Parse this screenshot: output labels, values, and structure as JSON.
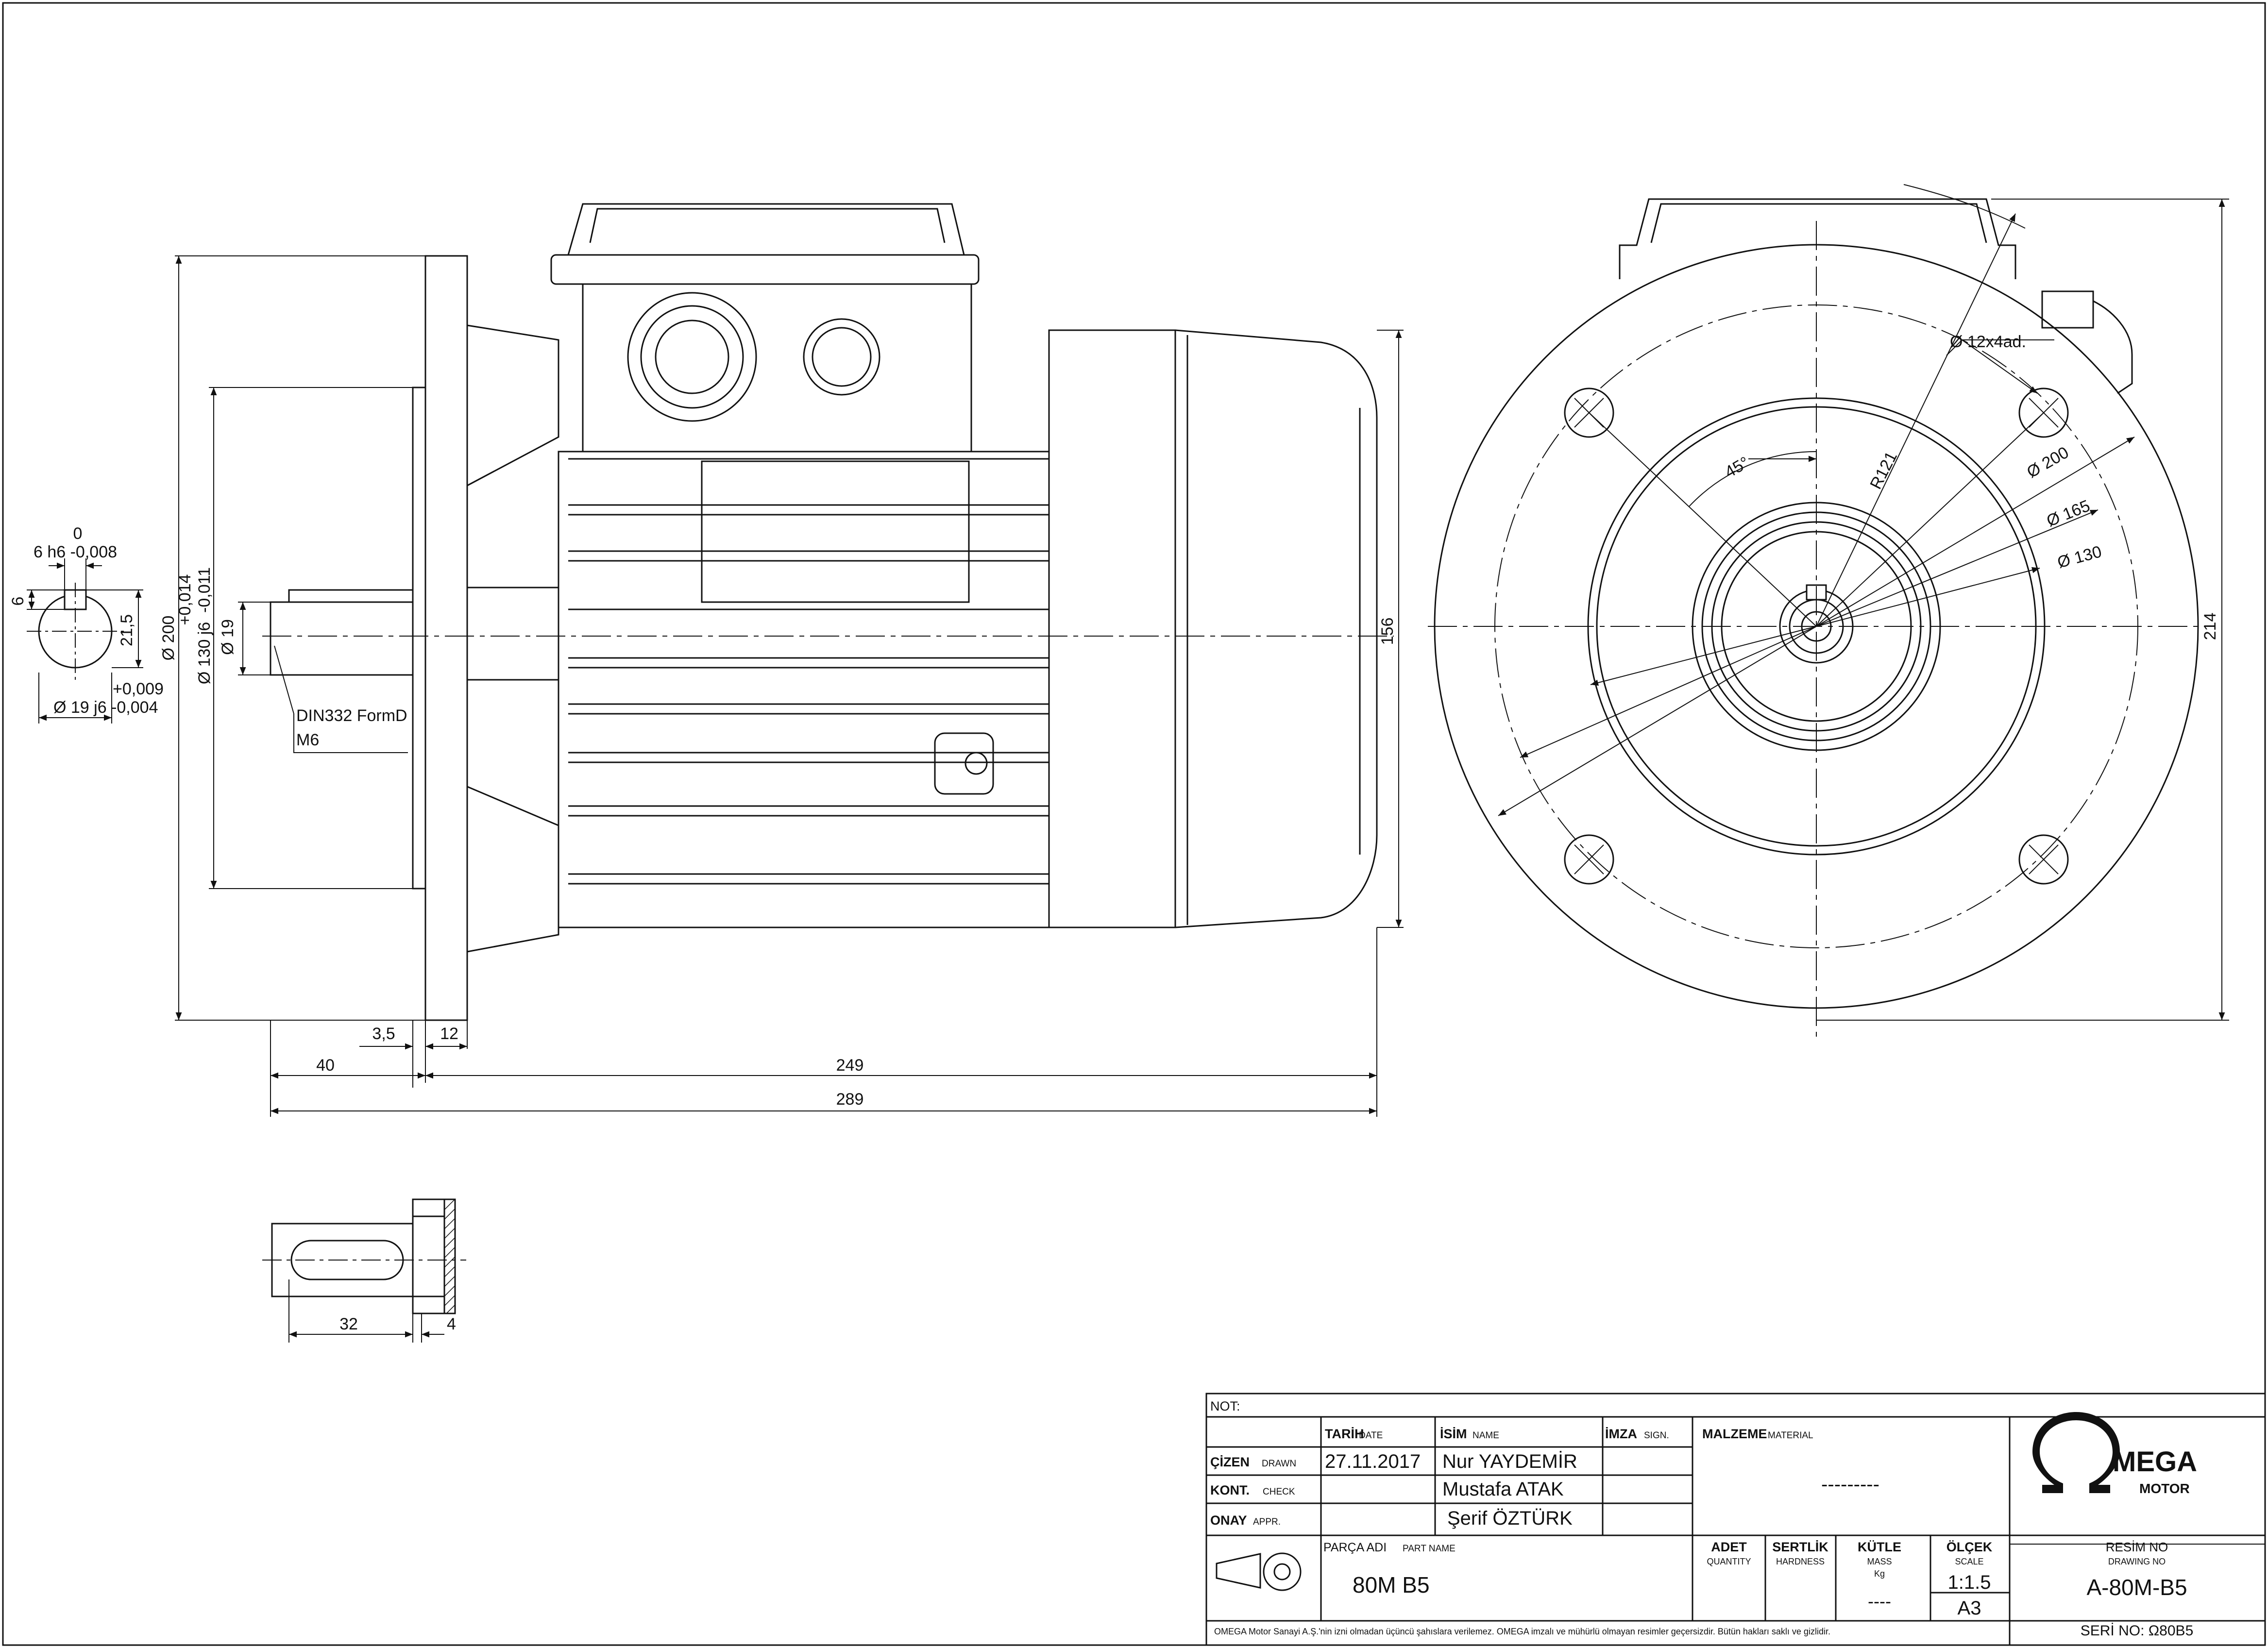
{
  "side_view": {
    "dims": {
      "d200": "Ø 200",
      "d130": "Ø 130 j6",
      "d130_tol_upper": "+0,014",
      "d130_tol_lower": "-0,011",
      "d19": "Ø 19",
      "h156": "156",
      "l35": "3,5",
      "l12": "12",
      "l40": "40",
      "l249": "249",
      "l289": "289",
      "thread_1": "DIN332 FormD",
      "thread_2": "M6"
    }
  },
  "shaft_section": {
    "top_zero": "0",
    "key_width": "6 h6 -0,008",
    "key_depth": "6",
    "height": "21,5",
    "tol_upper": "+0,009",
    "diameter": "Ø 19 j6 -0,004"
  },
  "key_detail": {
    "l32": "32",
    "l4": "4"
  },
  "front_view": {
    "holes": "Ø 12x4ad.",
    "d200": "Ø 200",
    "d165": "Ø 165",
    "d130": "Ø 130",
    "angle": "45°",
    "radius": "R121",
    "h214": "214"
  },
  "title_block": {
    "not_label": "NOT:",
    "tarih": "TARİH",
    "tarih_en": "DATE",
    "isim": "İSİM",
    "isim_en": "NAME",
    "imza": "İMZA",
    "imza_en": "SIGN.",
    "malzeme": "MALZEME",
    "malzeme_en": "MATERIAL",
    "material_value": "---------",
    "cizen": "ÇİZEN",
    "cizen_en": "DRAWN",
    "kont": "KONT.",
    "kont_en": "CHECK",
    "onay": "ONAY",
    "onay_en": "APPR.",
    "date": "27.11.2017",
    "drawn_by": "Nur YAYDEMİR",
    "checked_by": "Mustafa ATAK",
    "approved_by": "Şerif ÖZTÜRK",
    "parca": "PARÇA ADI",
    "parca_en": "PART NAME",
    "part_name": "80M B5",
    "adet": "ADET",
    "adet_en": "QUANTITY",
    "sertlik": "SERTLİK",
    "sertlik_en": "HARDNESS",
    "kutle": "KÜTLE",
    "kutle_en": "MASS",
    "kutle_unit": "Kg",
    "mass_value": "----",
    "olcek": "ÖLÇEK",
    "olcek_en": "SCALE",
    "scale_value": "1:1.5",
    "sheet": "A3",
    "resim": "RESİM NO",
    "resim_en": "DRAWING NO",
    "drawing_no": "A-80M-B5",
    "seri": "SERİ NO: Ω80B5",
    "logo_main": "MEGA",
    "logo_sub": "MOTOR",
    "footer": "OMEGA Motor Sanayi A.Ş.'nin izni olmadan üçüncü şahıslara verilemez. OMEGA imzalı ve mühürlü olmayan resimler geçersizdir. Bütün hakları saklı ve gizlidir."
  }
}
